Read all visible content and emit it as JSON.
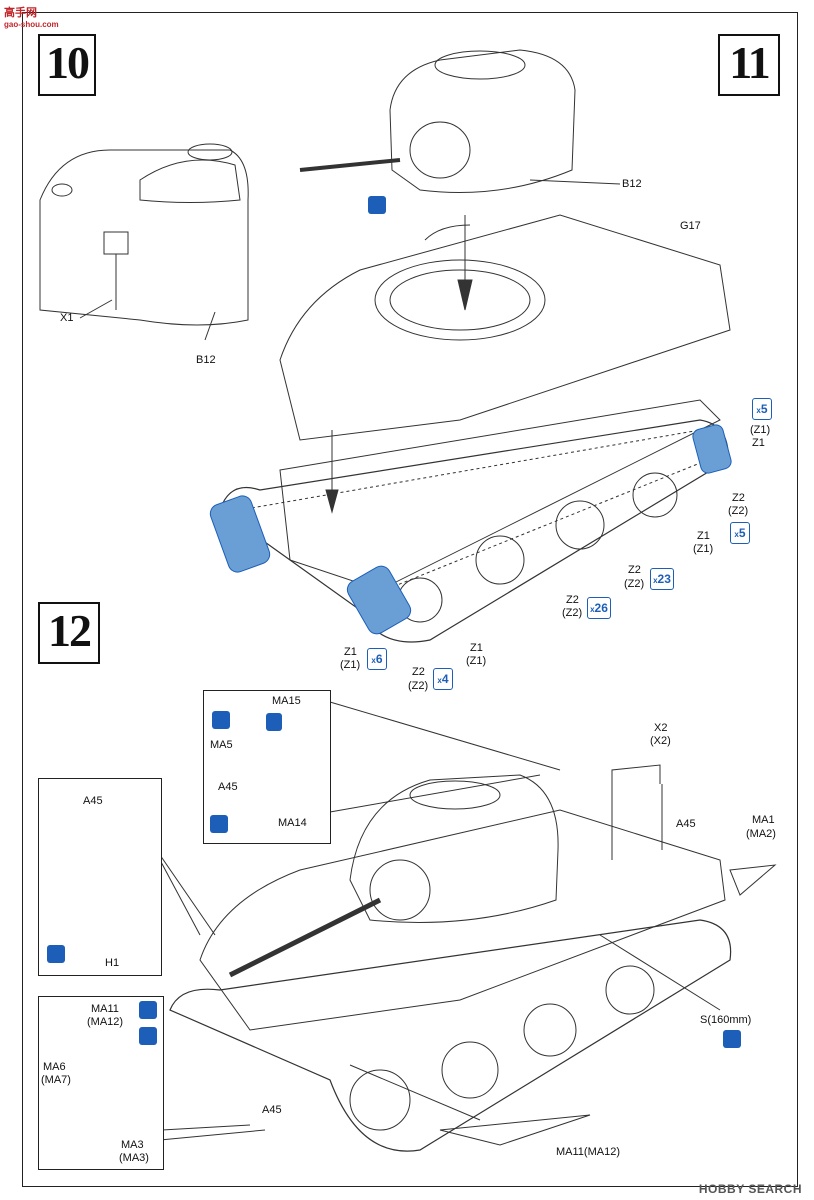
{
  "site_logo": {
    "text": "高手网",
    "sub": "gao-shou.com"
  },
  "watermark": "HOBBY SEARCH",
  "steps": [
    "10",
    "11",
    "12"
  ],
  "step10": {
    "labels": {
      "x1": "X1",
      "b12": "B12"
    }
  },
  "step11": {
    "labels": {
      "b12": "B12",
      "g17": "G17",
      "z1_a": "(Z1)",
      "z1_b": "Z1",
      "z2_a": "Z2",
      "z2_b": "(Z2)",
      "z1_c": "Z1",
      "z1_d": "(Z1)",
      "z2_c": "Z2",
      "z2_d": "(Z2)",
      "z2_e": "Z2",
      "z2_f": "(Z2)",
      "z1_e": "Z1",
      "z1_f": "(Z1)",
      "z1_g": "Z1",
      "z1_h": "(Z1)",
      "z2_g": "Z2",
      "z2_h": "(Z2)"
    },
    "badges": {
      "x5_a": "5",
      "x5_b": "5",
      "x23": "23",
      "x26": "26",
      "x6": "6",
      "x4": "4"
    }
  },
  "step12": {
    "inset_top": {
      "ma15": "MA15",
      "ma5": "MA5",
      "a45": "A45",
      "ma14": "MA14"
    },
    "inset_left": {
      "a45": "A45",
      "h1": "H1"
    },
    "inset_bottom": {
      "ma11": "MA11",
      "ma12": "(MA12)",
      "ma6": "MA6",
      "ma7": "(MA7)",
      "ma3": "MA3",
      "ma3b": "(MA3)"
    },
    "labels": {
      "x2": "X2",
      "x2b": "(X2)",
      "a45_r": "A45",
      "ma1": "MA1",
      "ma2": "(MA2)",
      "s160": "S(160mm)",
      "a45_b": "A45",
      "ma11_12": "MA11(MA12)"
    }
  },
  "colors": {
    "accent": "#1d5fb8",
    "track_blue": "#6a9fd6"
  }
}
